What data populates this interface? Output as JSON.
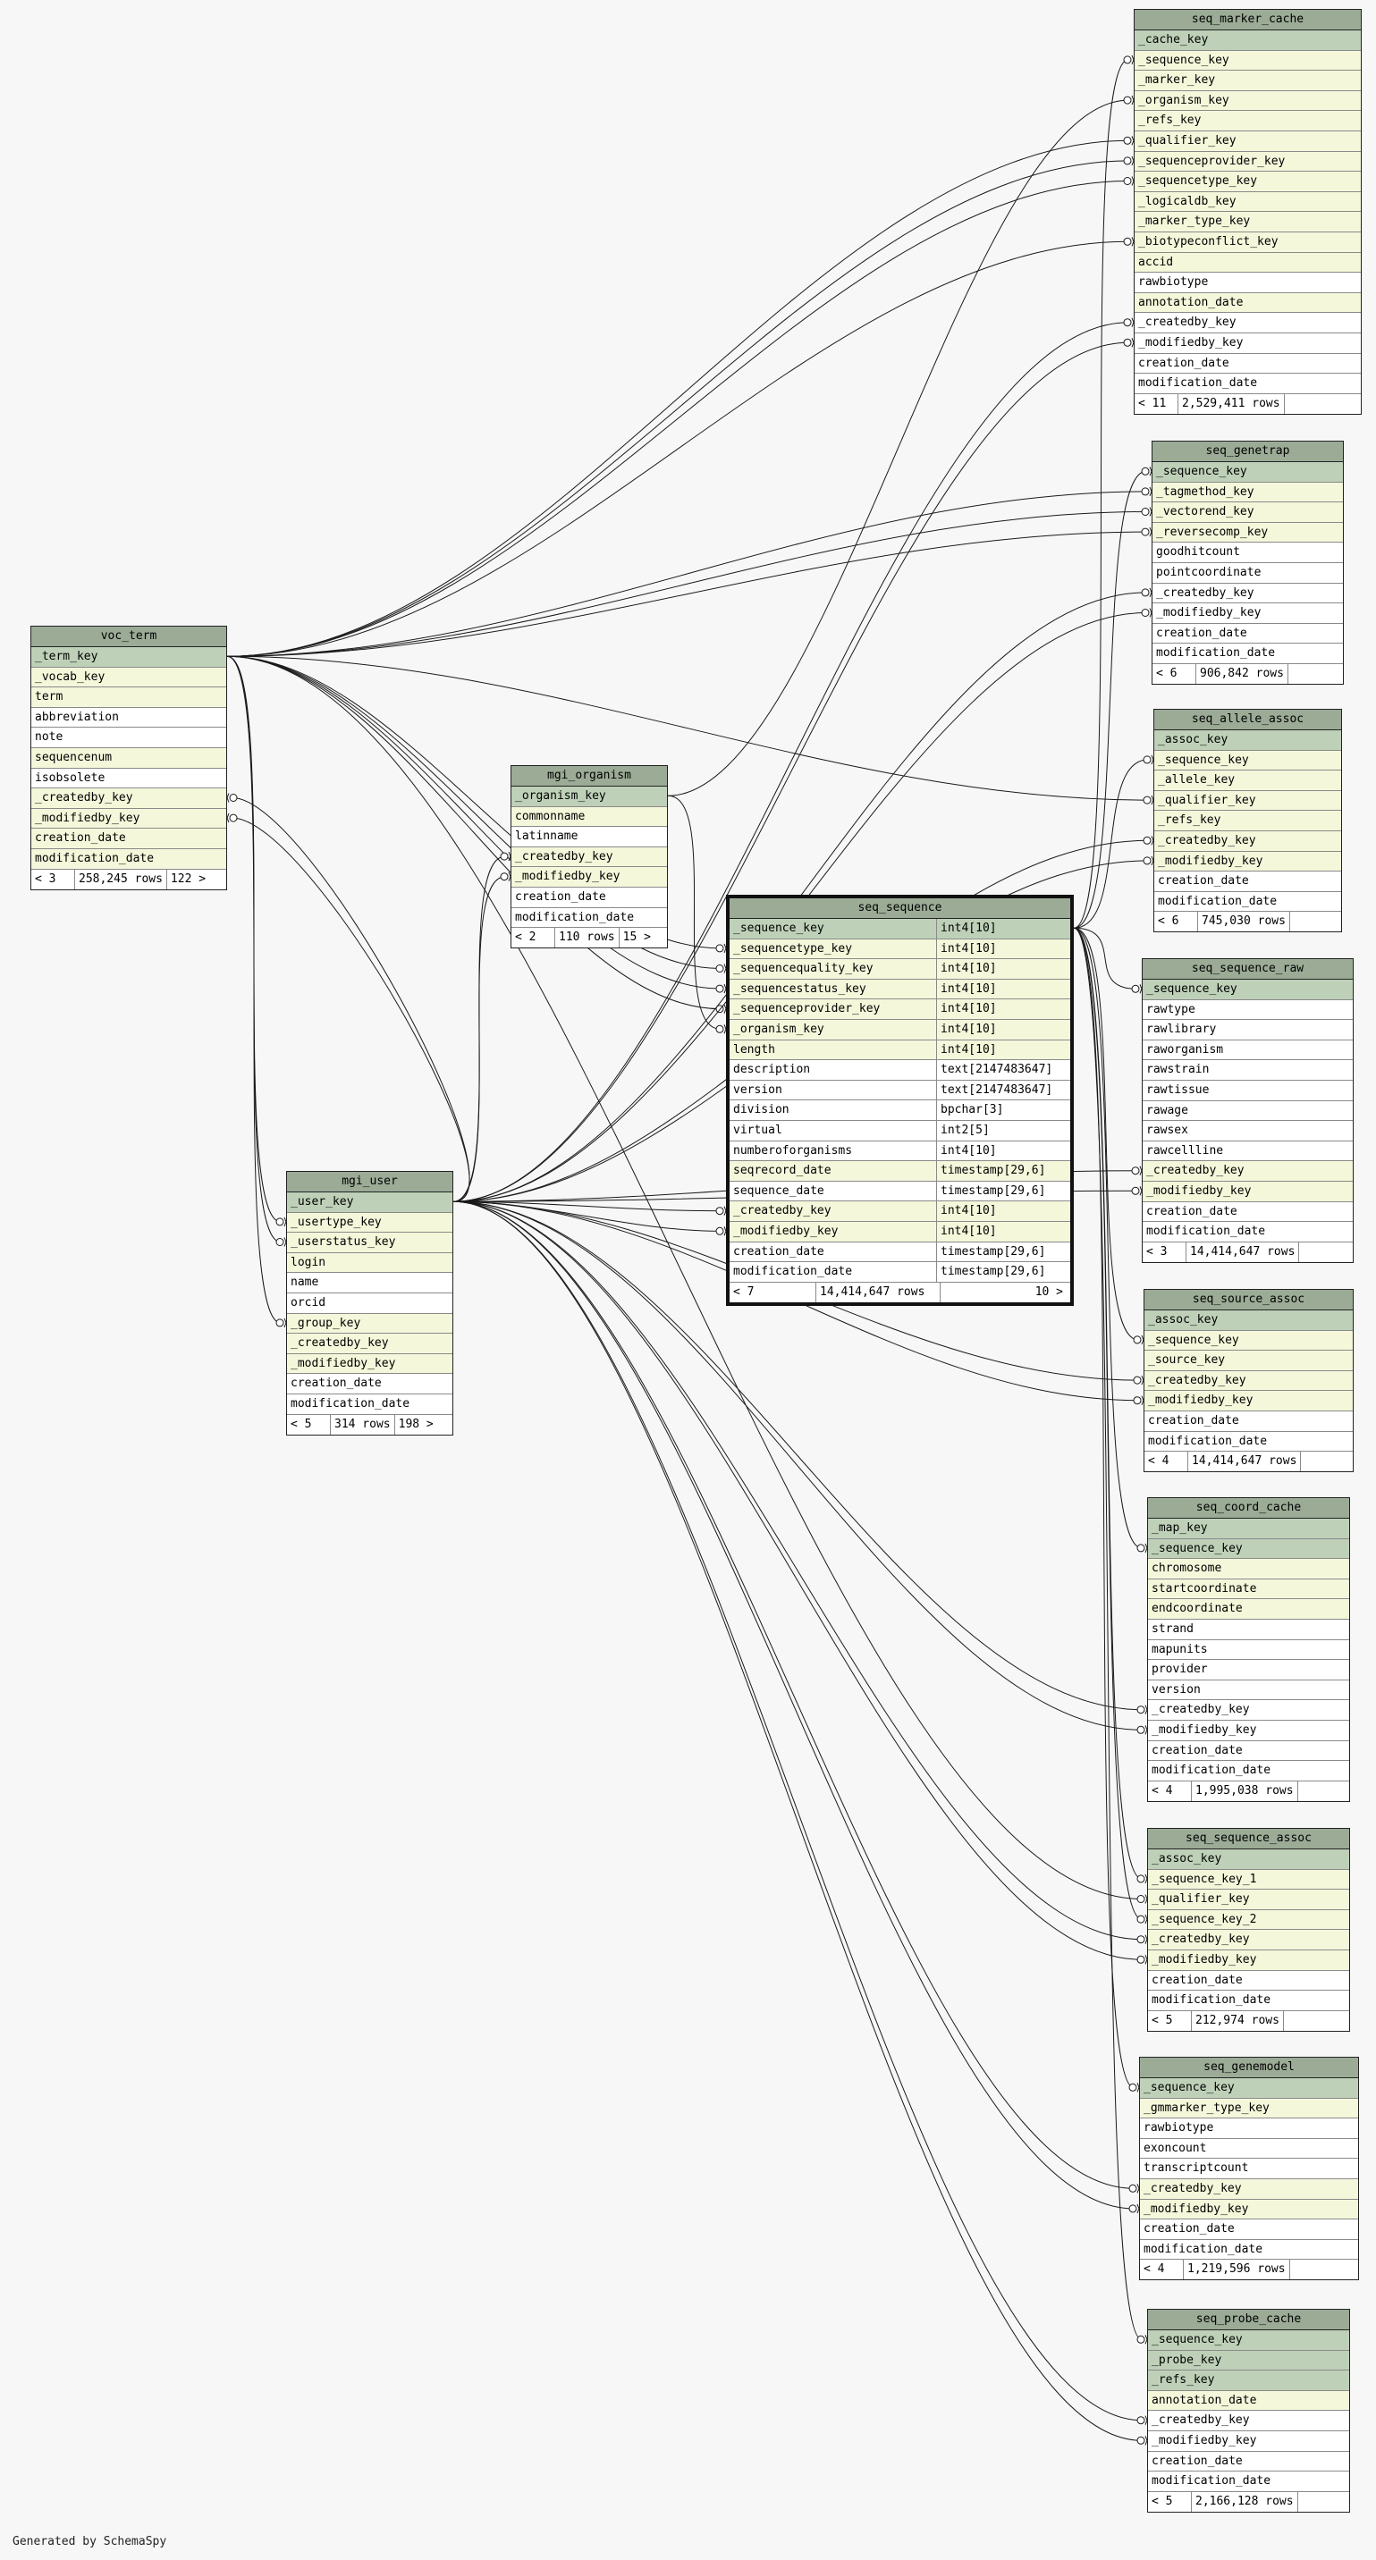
{
  "footer": "Generated by SchemaSpy",
  "tables": [
    {
      "id": "seq_marker_cache",
      "name": "seq_marker_cache",
      "cols": [
        {
          "n": "_cache_key",
          "k": "pk"
        },
        {
          "n": "_sequence_key",
          "k": "fk"
        },
        {
          "n": "_marker_key",
          "k": "fk"
        },
        {
          "n": "_organism_key",
          "k": "fk"
        },
        {
          "n": "_refs_key",
          "k": "fk"
        },
        {
          "n": "_qualifier_key",
          "k": "fk"
        },
        {
          "n": "_sequenceprovider_key",
          "k": "fk"
        },
        {
          "n": "_sequencetype_key",
          "k": "fk"
        },
        {
          "n": "_logicaldb_key",
          "k": "fk"
        },
        {
          "n": "_marker_type_key",
          "k": "fk"
        },
        {
          "n": "_biotypeconflict_key",
          "k": "fk"
        },
        {
          "n": "accid",
          "k": "fk"
        },
        {
          "n": "rawbiotype",
          "k": ""
        },
        {
          "n": "annotation_date",
          "k": "fk"
        },
        {
          "n": "_createdby_key",
          "k": ""
        },
        {
          "n": "_modifiedby_key",
          "k": ""
        },
        {
          "n": "creation_date",
          "k": ""
        },
        {
          "n": "modification_date",
          "k": ""
        }
      ],
      "foot": [
        "< 11",
        "2,529,411 rows",
        ""
      ]
    },
    {
      "id": "seq_genetrap",
      "name": "seq_genetrap",
      "cols": [
        {
          "n": "_sequence_key",
          "k": "pk"
        },
        {
          "n": "_tagmethod_key",
          "k": "fk"
        },
        {
          "n": "_vectorend_key",
          "k": "fk"
        },
        {
          "n": "_reversecomp_key",
          "k": "fk"
        },
        {
          "n": "goodhitcount",
          "k": ""
        },
        {
          "n": "pointcoordinate",
          "k": ""
        },
        {
          "n": "_createdby_key",
          "k": ""
        },
        {
          "n": "_modifiedby_key",
          "k": ""
        },
        {
          "n": "creation_date",
          "k": ""
        },
        {
          "n": "modification_date",
          "k": ""
        }
      ],
      "foot": [
        "< 6",
        "906,842 rows",
        ""
      ]
    },
    {
      "id": "seq_allele_assoc",
      "name": "seq_allele_assoc",
      "cols": [
        {
          "n": "_assoc_key",
          "k": "pk"
        },
        {
          "n": "_sequence_key",
          "k": "fk"
        },
        {
          "n": "_allele_key",
          "k": "fk"
        },
        {
          "n": "_qualifier_key",
          "k": "fk"
        },
        {
          "n": "_refs_key",
          "k": "fk"
        },
        {
          "n": "_createdby_key",
          "k": "fk"
        },
        {
          "n": "_modifiedby_key",
          "k": "fk"
        },
        {
          "n": "creation_date",
          "k": ""
        },
        {
          "n": "modification_date",
          "k": ""
        }
      ],
      "foot": [
        "< 6",
        "745,030 rows",
        ""
      ]
    },
    {
      "id": "voc_term",
      "name": "voc_term",
      "cols": [
        {
          "n": "_term_key",
          "k": "pk"
        },
        {
          "n": "_vocab_key",
          "k": "fk"
        },
        {
          "n": "term",
          "k": "fk"
        },
        {
          "n": "abbreviation",
          "k": ""
        },
        {
          "n": "note",
          "k": ""
        },
        {
          "n": "sequencenum",
          "k": "fk"
        },
        {
          "n": "isobsolete",
          "k": ""
        },
        {
          "n": "_createdby_key",
          "k": "fk"
        },
        {
          "n": "_modifiedby_key",
          "k": "fk"
        },
        {
          "n": "creation_date",
          "k": "fk"
        },
        {
          "n": "modification_date",
          "k": "fk"
        }
      ],
      "foot": [
        "< 3",
        "258,245 rows",
        "122 >"
      ]
    },
    {
      "id": "mgi_organism",
      "name": "mgi_organism",
      "cols": [
        {
          "n": "_organism_key",
          "k": "pk"
        },
        {
          "n": "commonname",
          "k": "fk"
        },
        {
          "n": "latinname",
          "k": ""
        },
        {
          "n": "_createdby_key",
          "k": "fk"
        },
        {
          "n": "_modifiedby_key",
          "k": "fk"
        },
        {
          "n": "creation_date",
          "k": ""
        },
        {
          "n": "modification_date",
          "k": ""
        }
      ],
      "foot": [
        "< 2",
        "110 rows",
        "15 >"
      ]
    },
    {
      "id": "seq_sequence",
      "name": "seq_sequence",
      "main": true,
      "cols": [
        {
          "n": "_sequence_key",
          "t": "int4[10]",
          "k": "pk"
        },
        {
          "n": "_sequencetype_key",
          "t": "int4[10]",
          "k": "fk"
        },
        {
          "n": "_sequencequality_key",
          "t": "int4[10]",
          "k": "fk"
        },
        {
          "n": "_sequencestatus_key",
          "t": "int4[10]",
          "k": "fk"
        },
        {
          "n": "_sequenceprovider_key",
          "t": "int4[10]",
          "k": "fk"
        },
        {
          "n": "_organism_key",
          "t": "int4[10]",
          "k": "fk"
        },
        {
          "n": "length",
          "t": "int4[10]",
          "k": "fk"
        },
        {
          "n": "description",
          "t": "text[2147483647]",
          "k": ""
        },
        {
          "n": "version",
          "t": "text[2147483647]",
          "k": ""
        },
        {
          "n": "division",
          "t": "bpchar[3]",
          "k": ""
        },
        {
          "n": "virtual",
          "t": "int2[5]",
          "k": ""
        },
        {
          "n": "numberoforganisms",
          "t": "int4[10]",
          "k": ""
        },
        {
          "n": "seqrecord_date",
          "t": "timestamp[29,6]",
          "k": "fk"
        },
        {
          "n": "sequence_date",
          "t": "timestamp[29,6]",
          "k": ""
        },
        {
          "n": "_createdby_key",
          "t": "int4[10]",
          "k": "fk"
        },
        {
          "n": "_modifiedby_key",
          "t": "int4[10]",
          "k": "fk"
        },
        {
          "n": "creation_date",
          "t": "timestamp[29,6]",
          "k": ""
        },
        {
          "n": "modification_date",
          "t": "timestamp[29,6]",
          "k": ""
        }
      ],
      "foot": [
        "< 7",
        "14,414,647 rows",
        "10 >"
      ]
    },
    {
      "id": "seq_sequence_raw",
      "name": "seq_sequence_raw",
      "cols": [
        {
          "n": "_sequence_key",
          "k": "pk"
        },
        {
          "n": "rawtype",
          "k": ""
        },
        {
          "n": "rawlibrary",
          "k": ""
        },
        {
          "n": "raworganism",
          "k": ""
        },
        {
          "n": "rawstrain",
          "k": ""
        },
        {
          "n": "rawtissue",
          "k": ""
        },
        {
          "n": "rawage",
          "k": ""
        },
        {
          "n": "rawsex",
          "k": ""
        },
        {
          "n": "rawcellline",
          "k": ""
        },
        {
          "n": "_createdby_key",
          "k": "fk"
        },
        {
          "n": "_modifiedby_key",
          "k": "fk"
        },
        {
          "n": "creation_date",
          "k": ""
        },
        {
          "n": "modification_date",
          "k": ""
        }
      ],
      "foot": [
        "< 3",
        "14,414,647 rows",
        ""
      ]
    },
    {
      "id": "mgi_user",
      "name": "mgi_user",
      "cols": [
        {
          "n": "_user_key",
          "k": "pk"
        },
        {
          "n": "_usertype_key",
          "k": "fk"
        },
        {
          "n": "_userstatus_key",
          "k": "fk"
        },
        {
          "n": "login",
          "k": "fk"
        },
        {
          "n": "name",
          "k": ""
        },
        {
          "n": "orcid",
          "k": ""
        },
        {
          "n": "_group_key",
          "k": "fk"
        },
        {
          "n": "_createdby_key",
          "k": "fk"
        },
        {
          "n": "_modifiedby_key",
          "k": "fk"
        },
        {
          "n": "creation_date",
          "k": ""
        },
        {
          "n": "modification_date",
          "k": ""
        }
      ],
      "foot": [
        "< 5",
        "314 rows",
        "198 >"
      ]
    },
    {
      "id": "seq_source_assoc",
      "name": "seq_source_assoc",
      "cols": [
        {
          "n": "_assoc_key",
          "k": "pk"
        },
        {
          "n": "_sequence_key",
          "k": "fk"
        },
        {
          "n": "_source_key",
          "k": "fk"
        },
        {
          "n": "_createdby_key",
          "k": "fk"
        },
        {
          "n": "_modifiedby_key",
          "k": "fk"
        },
        {
          "n": "creation_date",
          "k": ""
        },
        {
          "n": "modification_date",
          "k": ""
        }
      ],
      "foot": [
        "< 4",
        "14,414,647 rows",
        ""
      ]
    },
    {
      "id": "seq_coord_cache",
      "name": "seq_coord_cache",
      "cols": [
        {
          "n": "_map_key",
          "k": "pk"
        },
        {
          "n": "_sequence_key",
          "k": "pk"
        },
        {
          "n": "chromosome",
          "k": "fk"
        },
        {
          "n": "startcoordinate",
          "k": "fk"
        },
        {
          "n": "endcoordinate",
          "k": "fk"
        },
        {
          "n": "strand",
          "k": ""
        },
        {
          "n": "mapunits",
          "k": ""
        },
        {
          "n": "provider",
          "k": ""
        },
        {
          "n": "version",
          "k": ""
        },
        {
          "n": "_createdby_key",
          "k": ""
        },
        {
          "n": "_modifiedby_key",
          "k": ""
        },
        {
          "n": "creation_date",
          "k": ""
        },
        {
          "n": "modification_date",
          "k": ""
        }
      ],
      "foot": [
        "< 4",
        "1,995,038 rows",
        ""
      ]
    },
    {
      "id": "seq_sequence_assoc",
      "name": "seq_sequence_assoc",
      "cols": [
        {
          "n": "_assoc_key",
          "k": "pk"
        },
        {
          "n": "_sequence_key_1",
          "k": "fk"
        },
        {
          "n": "_qualifier_key",
          "k": "fk"
        },
        {
          "n": "_sequence_key_2",
          "k": "fk"
        },
        {
          "n": "_createdby_key",
          "k": "fk"
        },
        {
          "n": "_modifiedby_key",
          "k": "fk"
        },
        {
          "n": "creation_date",
          "k": ""
        },
        {
          "n": "modification_date",
          "k": ""
        }
      ],
      "foot": [
        "< 5",
        "212,974 rows",
        ""
      ]
    },
    {
      "id": "seq_genemodel",
      "name": "seq_genemodel",
      "cols": [
        {
          "n": "_sequence_key",
          "k": "pk"
        },
        {
          "n": "_gmmarker_type_key",
          "k": "fk"
        },
        {
          "n": "rawbiotype",
          "k": ""
        },
        {
          "n": "exoncount",
          "k": ""
        },
        {
          "n": "transcriptcount",
          "k": ""
        },
        {
          "n": "_createdby_key",
          "k": "fk"
        },
        {
          "n": "_modifiedby_key",
          "k": "fk"
        },
        {
          "n": "creation_date",
          "k": ""
        },
        {
          "n": "modification_date",
          "k": ""
        }
      ],
      "foot": [
        "< 4",
        "1,219,596 rows",
        ""
      ]
    },
    {
      "id": "seq_probe_cache",
      "name": "seq_probe_cache",
      "cols": [
        {
          "n": "_sequence_key",
          "k": "pk"
        },
        {
          "n": "_probe_key",
          "k": "pk"
        },
        {
          "n": "_refs_key",
          "k": "pk"
        },
        {
          "n": "annotation_date",
          "k": "fk"
        },
        {
          "n": "_createdby_key",
          "k": ""
        },
        {
          "n": "_modifiedby_key",
          "k": ""
        },
        {
          "n": "creation_date",
          "k": ""
        },
        {
          "n": "modification_date",
          "k": ""
        }
      ],
      "foot": [
        "< 5",
        "2,166,128 rows",
        ""
      ]
    }
  ],
  "relations": [
    [
      "seq_sequence",
      0,
      "seq_marker_cache",
      1
    ],
    [
      "seq_sequence",
      0,
      "seq_genetrap",
      0
    ],
    [
      "seq_sequence",
      0,
      "seq_allele_assoc",
      1
    ],
    [
      "seq_sequence",
      0,
      "seq_sequence_raw",
      0
    ],
    [
      "seq_sequence",
      0,
      "seq_source_assoc",
      1
    ],
    [
      "seq_sequence",
      0,
      "seq_coord_cache",
      1
    ],
    [
      "seq_sequence",
      0,
      "seq_sequence_assoc",
      1
    ],
    [
      "seq_sequence",
      0,
      "seq_sequence_assoc",
      3
    ],
    [
      "seq_sequence",
      0,
      "seq_genemodel",
      0
    ],
    [
      "seq_sequence",
      0,
      "seq_probe_cache",
      0
    ],
    [
      "voc_term",
      0,
      "seq_marker_cache",
      5
    ],
    [
      "voc_term",
      0,
      "seq_marker_cache",
      6
    ],
    [
      "voc_term",
      0,
      "seq_marker_cache",
      7
    ],
    [
      "voc_term",
      0,
      "seq_marker_cache",
      10
    ],
    [
      "voc_term",
      0,
      "seq_genetrap",
      1
    ],
    [
      "voc_term",
      0,
      "seq_genetrap",
      2
    ],
    [
      "voc_term",
      0,
      "seq_genetrap",
      3
    ],
    [
      "voc_term",
      0,
      "seq_allele_assoc",
      3
    ],
    [
      "voc_term",
      0,
      "seq_sequence",
      1
    ],
    [
      "voc_term",
      0,
      "seq_sequence",
      2
    ],
    [
      "voc_term",
      0,
      "seq_sequence",
      3
    ],
    [
      "voc_term",
      0,
      "seq_sequence",
      4
    ],
    [
      "voc_term",
      0,
      "seq_sequence_assoc",
      2
    ],
    [
      "voc_term",
      0,
      "mgi_user",
      1
    ],
    [
      "voc_term",
      0,
      "mgi_user",
      2
    ],
    [
      "voc_term",
      0,
      "mgi_user",
      6
    ],
    [
      "mgi_organism",
      0,
      "seq_marker_cache",
      3
    ],
    [
      "mgi_organism",
      0,
      "seq_sequence",
      5
    ],
    [
      "mgi_user",
      0,
      "seq_marker_cache",
      14
    ],
    [
      "mgi_user",
      0,
      "seq_marker_cache",
      15
    ],
    [
      "mgi_user",
      0,
      "seq_genetrap",
      6
    ],
    [
      "mgi_user",
      0,
      "seq_genetrap",
      7
    ],
    [
      "mgi_user",
      0,
      "seq_allele_assoc",
      5
    ],
    [
      "mgi_user",
      0,
      "seq_allele_assoc",
      6
    ],
    [
      "mgi_user",
      0,
      "voc_term",
      7
    ],
    [
      "mgi_user",
      0,
      "voc_term",
      8
    ],
    [
      "mgi_user",
      0,
      "mgi_organism",
      3
    ],
    [
      "mgi_user",
      0,
      "mgi_organism",
      4
    ],
    [
      "mgi_user",
      0,
      "seq_sequence",
      14
    ],
    [
      "mgi_user",
      0,
      "seq_sequence",
      15
    ],
    [
      "mgi_user",
      0,
      "seq_sequence_raw",
      9
    ],
    [
      "mgi_user",
      0,
      "seq_sequence_raw",
      10
    ],
    [
      "mgi_user",
      0,
      "seq_source_assoc",
      3
    ],
    [
      "mgi_user",
      0,
      "seq_source_assoc",
      4
    ],
    [
      "mgi_user",
      0,
      "seq_coord_cache",
      9
    ],
    [
      "mgi_user",
      0,
      "seq_coord_cache",
      10
    ],
    [
      "mgi_user",
      0,
      "seq_sequence_assoc",
      4
    ],
    [
      "mgi_user",
      0,
      "seq_sequence_assoc",
      5
    ],
    [
      "mgi_user",
      0,
      "seq_genemodel",
      5
    ],
    [
      "mgi_user",
      0,
      "seq_genemodel",
      6
    ],
    [
      "mgi_user",
      0,
      "seq_probe_cache",
      4
    ],
    [
      "mgi_user",
      0,
      "seq_probe_cache",
      5
    ]
  ]
}
